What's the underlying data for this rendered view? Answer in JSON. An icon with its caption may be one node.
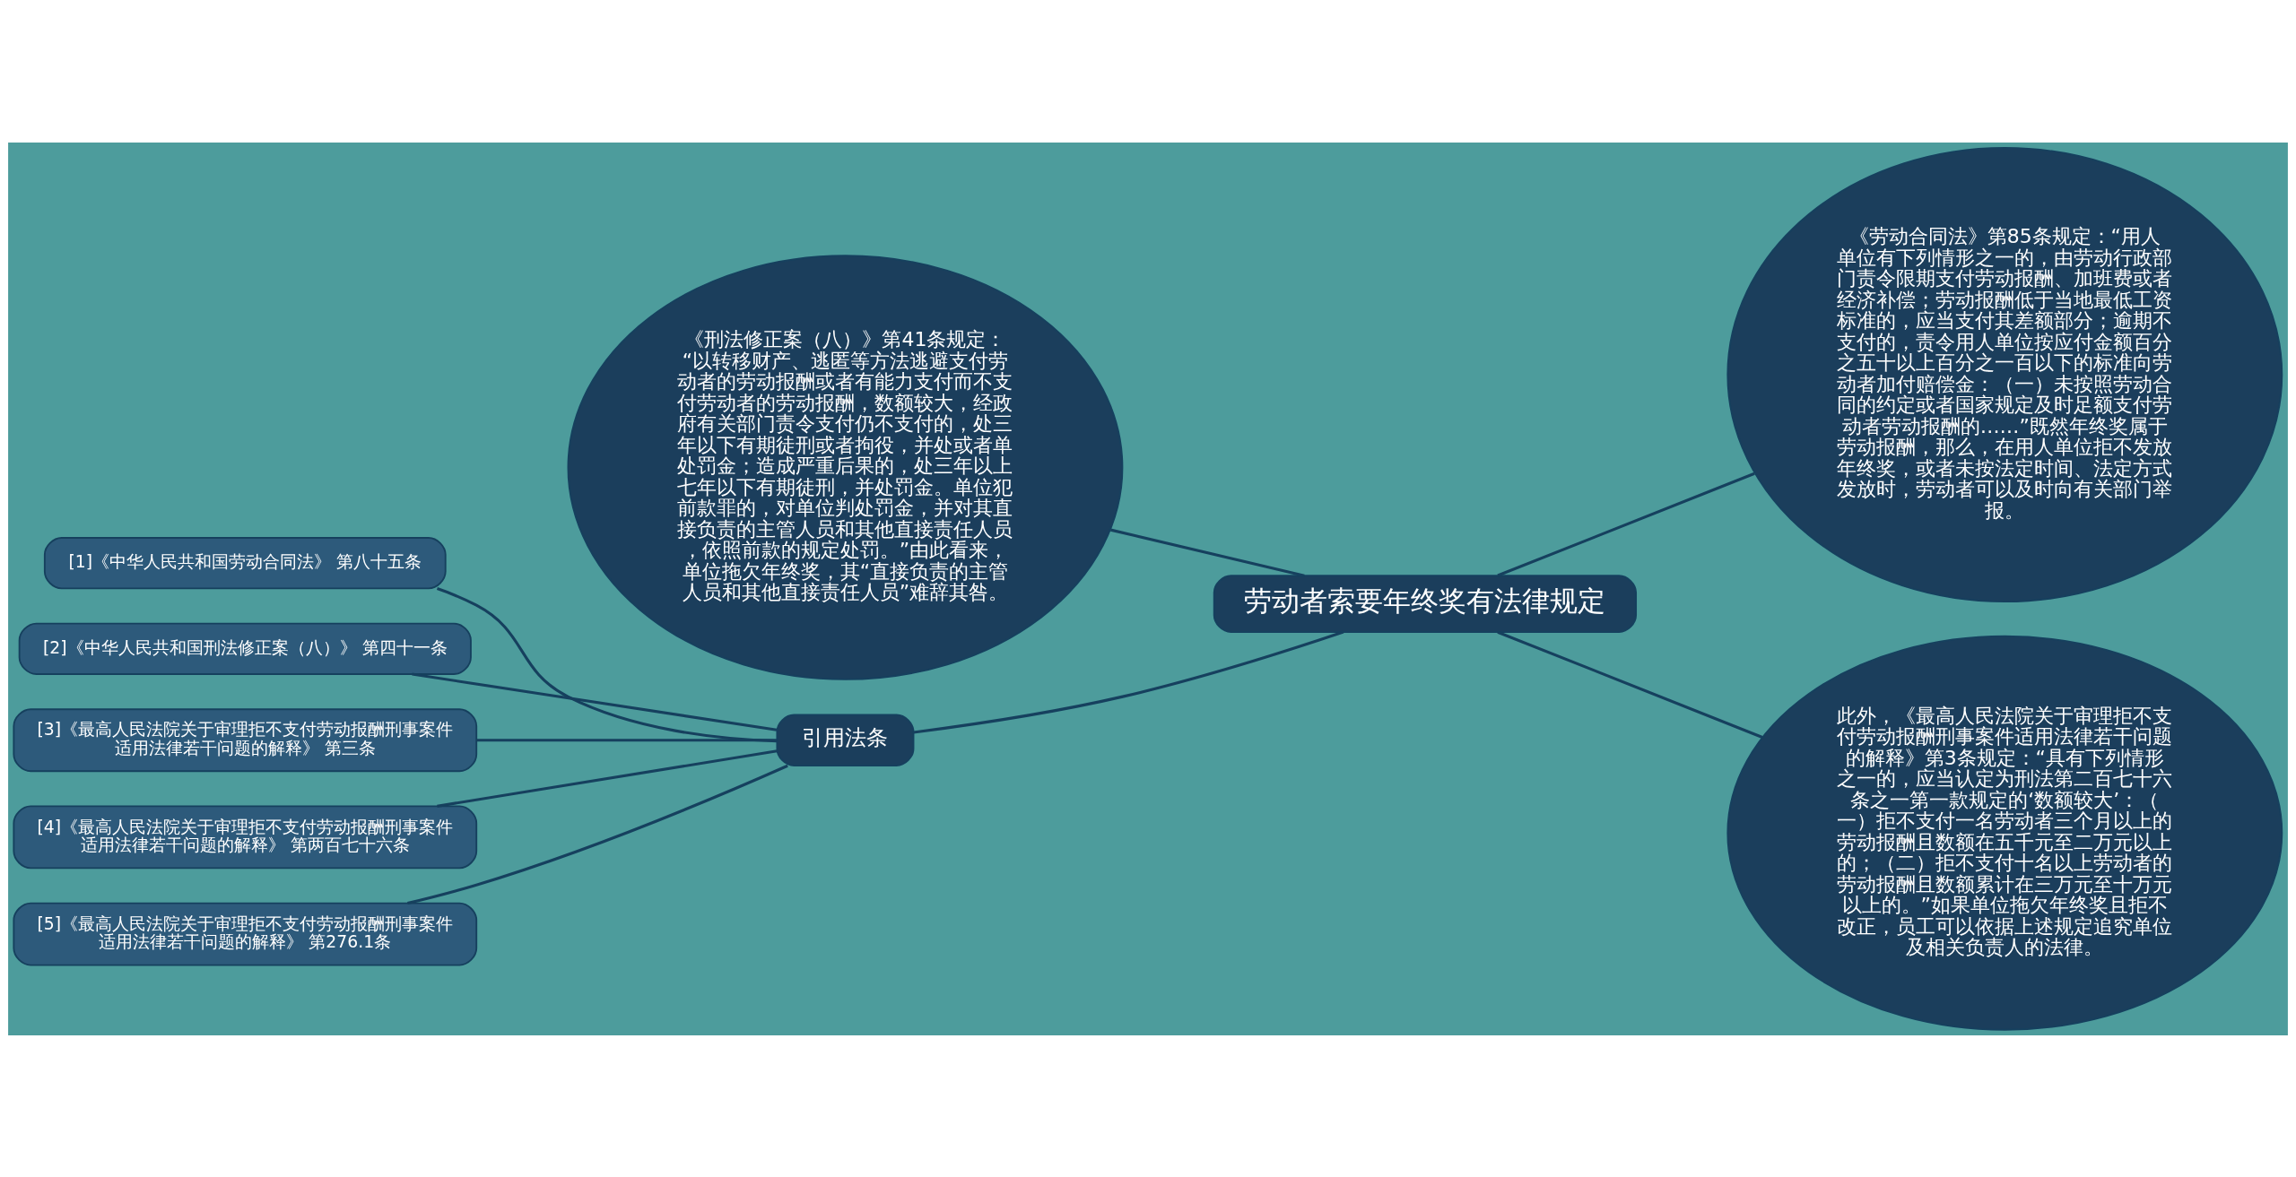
{
  "diagram": {
    "nodes": [
      {
        "text": [
          "劳动者索要年终奖有法律规定"
        ]
      },
      {
        "text": [
          "《刑法修正案（八）》第41条规定：“以转移财产、逃匿等方法逃避支付劳动者的劳动报酬或者有能力支付而不支付劳动者的劳动报酬，数额较大，经政府有关部门责令支付仍不支付的，处三年以下有期徒刑或者拘役，并处或者单处罚金；造成严重后果的，处三年以上七年以下有期徒刑，并处罚金。单位犯前款罪的，对单位判处罚金，并对其直接负责的主管人员和其他直接责任人员，依照前款的规定处罚。”由此看来，单位拖欠年终奖，其“直接负责的主管人员和其他直接责任人员”难辞其咎。"
        ]
      },
      {
        "text": [
          "《劳动合同法》第85条规定：“用人单位有下列情形之一的，由劳动行政部门责令限期支付劳动报酬、加班费或者经济补偿；劳动报酬低于当地最低工资标准的，应当支付其差额部分；逾期不支付的，责令用人单位按应付金额百分之五十以上百分之一百以下的标准向劳动者加付赔偿金：（一）未按照劳动合同的约定或者国家规定及时足额支付劳动者劳动报酬的……”既然年终奖属于劳动报酬，那么，在用人单位拒不发放年终奖，或者未按法定时间、法定方式发放时，劳动者可以及时向有关部门举报。"
        ]
      },
      {
        "text": [
          "此外，《最高人民法院关于审理拒不支付劳动报酬刑事案件适用法律若干问题的解释》第3条规定：“具有下列情形之一的，应当认定为刑法第二百七十六条之一第一款规定的‘数额较大’：（一）拒不支付一名劳动者三个月以上的劳动报酬且数额在五千元至二万元以上的；（二）拒不支付十名以上劳动者的劳动报酬且数额累计在三万元至十万元以上的。”如果单位拖欠年终奖且拒不改正，员工可以依据上述规定追究单位及相关负责人的法律。"
        ]
      },
      {
        "text": [
          "引用法条"
        ]
      },
      {
        "text": [
          "[1]《中华人民共和国劳动合同法》 第八十五条"
        ]
      },
      {
        "text": [
          "[2]《中华人民共和国刑法修正案（八）》 第四十一条"
        ]
      },
      {
        "text": [
          "[3]《最高人民法院关于审理拒不支付劳动报酬刑事案件适用法律若干问题的解释》 第三条"
        ]
      },
      {
        "text": [
          "[4]《最高人民法院关于审理拒不支付劳动报酬刑事案件适用法律若干问题的解释》 第两百七十六条"
        ]
      },
      {
        "text": [
          "[5]《最高人民法院关于审理拒不支付劳动报酬刑事案件适用法律若干问题的解释》 第276.1条"
        ]
      }
    ],
    "edges": [
      {
        "from": 0,
        "to": 1,
        "arrow": "none"
      },
      {
        "from": 0,
        "to": 2,
        "arrow": "none"
      },
      {
        "from": 0,
        "to": 3,
        "arrow": "none"
      },
      {
        "from": 0,
        "to": 4,
        "arrow": "none"
      },
      {
        "from": 4,
        "to": 5,
        "arrow": "none"
      },
      {
        "from": 4,
        "to": 6,
        "arrow": "none"
      },
      {
        "from": 4,
        "to": 7,
        "arrow": "none"
      },
      {
        "from": 4,
        "to": 8,
        "arrow": "none"
      },
      {
        "from": 4,
        "to": 9,
        "arrow": "none"
      }
    ]
  }
}
